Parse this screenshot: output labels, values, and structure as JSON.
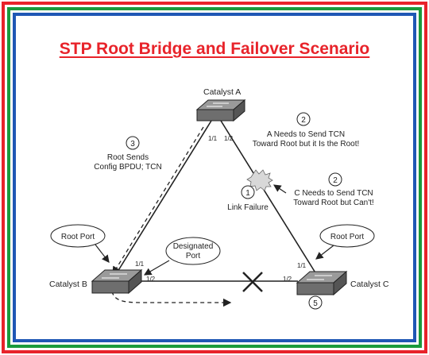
{
  "title": "STP Root Bridge and Failover Scenario",
  "switches": {
    "a": "Catalyst A",
    "b": "Catalyst B",
    "c": "Catalyst C"
  },
  "ports": {
    "a_1": "1/1",
    "a_2": "1/2",
    "b_1": "1/1",
    "b_2": "1/2",
    "c_1": "1/1",
    "c_2": "1/2"
  },
  "steps": {
    "n1": "1",
    "n2a": "2",
    "n2b": "2",
    "n3": "3",
    "n5": "5"
  },
  "annotations": {
    "root_sends_1": "Root Sends",
    "root_sends_2": "Config BPDU; TCN",
    "a_needs_1": "A Needs to Send TCN",
    "a_needs_2": "Toward Root but it Is the Root!",
    "c_needs_1": "C Needs to Send TCN",
    "c_needs_2": "Toward Root but Can't!",
    "link_failure": "Link Failure"
  },
  "callouts": {
    "root_port_left": "Root Port",
    "root_port_right": "Root Port",
    "designated_1": "Designated",
    "designated_2": "Port"
  }
}
